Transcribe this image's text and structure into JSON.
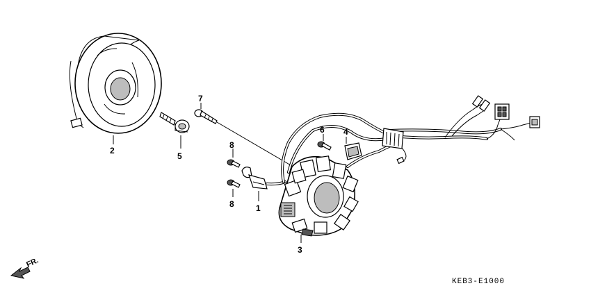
{
  "callouts": {
    "c1": "1",
    "c2": "2",
    "c3": "3",
    "c4": "4",
    "c5": "5",
    "c6": "6",
    "c7": "7",
    "c8a": "8",
    "c8b": "8"
  },
  "direction_label": "FR.",
  "diagram_code": "KEB3-E1000"
}
